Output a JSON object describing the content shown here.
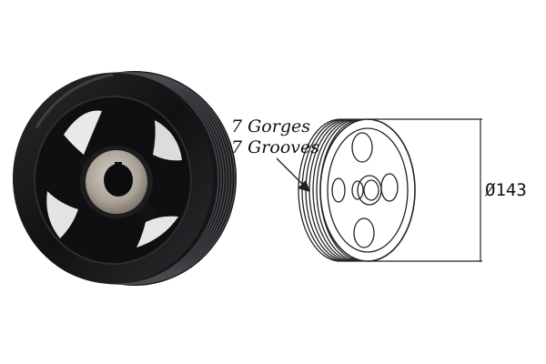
{
  "annotation": {
    "line1": "7 Gorges",
    "line2": "7 Grooves"
  },
  "dimension": {
    "label": "Ø143"
  },
  "colors": {
    "pulley_body": "#1b1b1d",
    "pulley_highlight": "#3a3a3e",
    "hub_metal": "#b9b2a6",
    "drawing_line": "#222222"
  }
}
